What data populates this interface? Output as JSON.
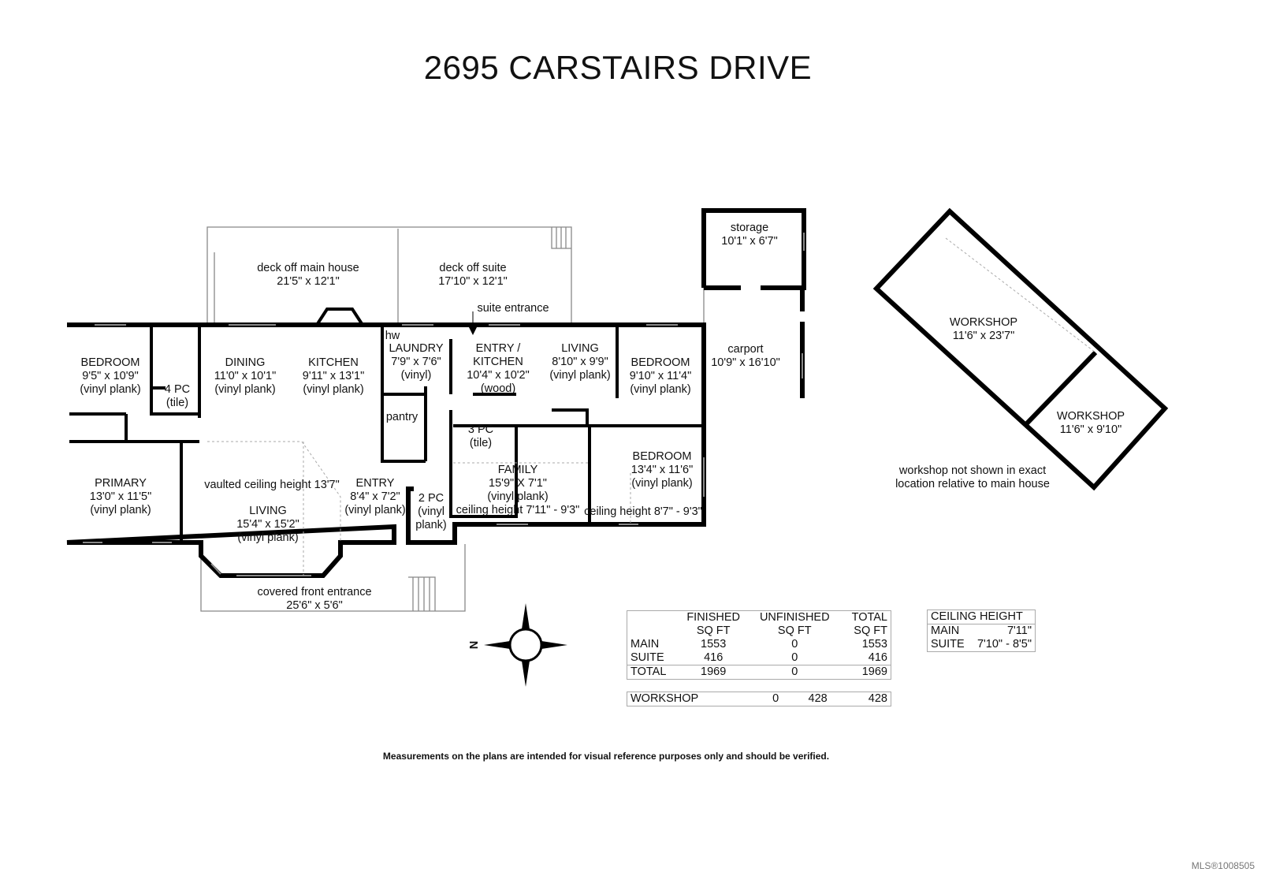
{
  "title": "2695 CARSTAIRS DRIVE",
  "compass_letter": "N",
  "rooms": [
    [
      "BEDROOM",
      "9'5\" x 10'9\"",
      "(vinyl plank)"
    ],
    [
      "4 PC",
      "(tile)"
    ],
    [
      "DINING",
      "11'0\" x 10'1\"",
      "(vinyl plank)"
    ],
    [
      "KITCHEN",
      "9'11\" x 13'1\"",
      "(vinyl plank)"
    ],
    [
      "hw"
    ],
    [
      "LAUNDRY",
      "7'9\" x 7'6\"",
      "(vinyl)"
    ],
    [
      "pantry"
    ],
    [
      "ENTRY /",
      "KITCHEN",
      "10'4\" x 10'2\"",
      "(wood)"
    ],
    [
      "LIVING",
      "8'10\" x 9'9\"",
      "(vinyl plank)"
    ],
    [
      "BEDROOM",
      "9'10\" x 11'4\"",
      "(vinyl plank)"
    ],
    [
      "3 PC",
      "(tile)"
    ],
    [
      "PRIMARY",
      "13'0\" x 11'5\"",
      "(vinyl plank)"
    ],
    [
      "vaulted ceiling height 13'7\""
    ],
    [
      "LIVING",
      "15'4\" x  15'2\"",
      "(vinyl plank)"
    ],
    [
      "ENTRY",
      "8'4\" x 7'2\"",
      "(vinyl plank)"
    ],
    [
      "2 PC",
      "(vinyl",
      "plank)"
    ],
    [
      "FAMILY",
      "15'9\" X 7'1\"",
      "(vinyl plank)",
      "ceiling height 7'11\" - 9'3\""
    ],
    [
      "BEDROOM",
      "13'4\" x 11'6\"",
      "(vinyl plank)"
    ],
    [
      "ceiling height 8'7\" - 9'3\""
    ],
    [
      "deck off main house",
      "21'5\" x 12'1\""
    ],
    [
      "deck off suite",
      "17'10\" x 12'1\""
    ],
    [
      "suite entrance"
    ],
    [
      "storage",
      "10'1\" x 6'7\""
    ],
    [
      "carport",
      "10'9\" x 16'10\""
    ],
    [
      "WORKSHOP",
      "11'6\" x 23'7\""
    ],
    [
      "WORKSHOP",
      "11'6\" x 9'10\""
    ],
    [
      "covered front entrance",
      "25'6\" x 5'6\""
    ],
    [
      "workshop not shown in exact",
      "location relative to main house"
    ]
  ],
  "area_table": {
    "headers": [
      [
        "",
        "FINISHED",
        "UNFINISHED",
        "TOTAL"
      ],
      [
        "",
        "SQ FT",
        "SQ FT",
        "SQ FT"
      ]
    ],
    "rows": [
      [
        "MAIN",
        "1553",
        "0",
        "1553"
      ],
      [
        "SUITE",
        "416",
        "0",
        "416"
      ]
    ],
    "total": [
      "TOTAL",
      "1969",
      "0",
      "1969"
    ],
    "workshop": [
      "WORKSHOP",
      "0",
      "428",
      "428"
    ]
  },
  "ceiling_table": {
    "title": "CEILING HEIGHT",
    "rows": [
      [
        "MAIN",
        "7'11\""
      ],
      [
        "SUITE",
        "7'10\" - 8'5\""
      ]
    ]
  },
  "disclaimer": "Measurements on the plans are intended for visual reference purposes only and should be verified.",
  "mls": "MLS®1008505"
}
